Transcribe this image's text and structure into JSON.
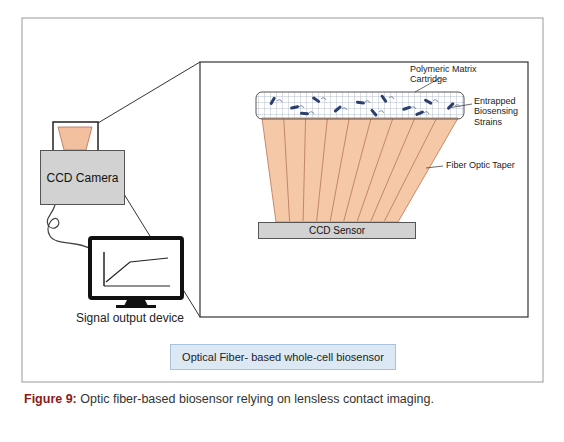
{
  "diagram": {
    "caption": "Figure 9: Optic fiber-based biosensor relying on lensless contact imaging.",
    "nodes": [
      {
        "text": [
          "CCD Camera"
        ]
      },
      {
        "text": [
          "CCD Sensor"
        ]
      },
      {
        "text": [
          "Optical Fiber- based whole-cell biosensor"
        ]
      }
    ],
    "labels": [
      "Polymeric Matrix Cartridge",
      "Entrapped Biosensing Strains",
      "Fiber Optic Taper",
      "Signal output device"
    ]
  }
}
